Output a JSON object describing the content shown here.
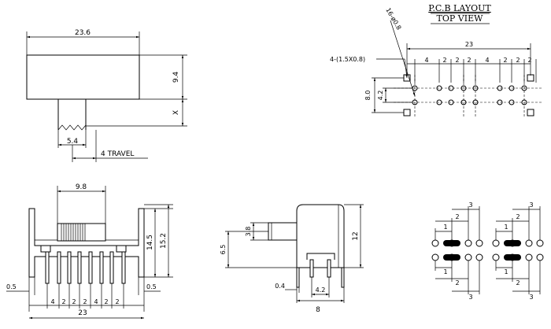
{
  "top_view": {
    "width": "23.6",
    "height": "9.4",
    "actuator_offset": "X",
    "actuator_width": "5.4",
    "travel": "4 TRAVEL"
  },
  "pcb": {
    "title_line1": "P.C.B LAYOUT",
    "title_line2": "TOP VIEW",
    "hole_spec": "16-ø0.8",
    "slot_spec": "4-(1.5X0.8)",
    "overall_width": "23",
    "pitches": [
      "4",
      "2",
      "2",
      "2",
      "4",
      "2",
      "2",
      "2"
    ],
    "row_span": "8.0",
    "row_pitch": "4.2"
  },
  "front_view": {
    "knob_width": "9.8",
    "height_body": "14.5",
    "height_total": "15.2",
    "lead_left": "0.5",
    "lead_right": "0.5",
    "pitches": [
      "4",
      "2",
      "2",
      "2",
      "4",
      "2",
      "2"
    ],
    "overall_width": "23"
  },
  "side_view": {
    "actuator_height": "3.8",
    "actuator_offset": "6.5",
    "height": "12",
    "lead_thickness": "0.4",
    "lead_spacing": "4.2",
    "width": "8"
  },
  "schematic": {
    "labels_upper": [
      "3",
      "2",
      "1",
      "3",
      "2",
      "1"
    ],
    "labels_lower": [
      "1",
      "2",
      "3",
      "1",
      "2",
      "3"
    ]
  }
}
